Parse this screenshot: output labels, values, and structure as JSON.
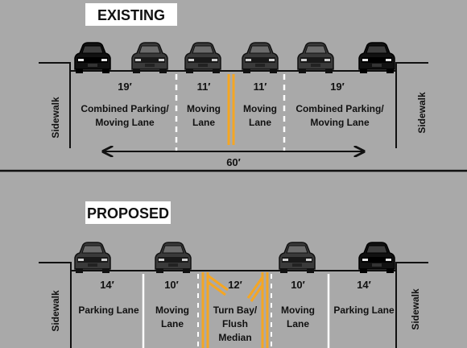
{
  "existing": {
    "title": "EXISTING",
    "sidewalk_label": "Sidewalk",
    "lanes": [
      {
        "width": "19′",
        "line1": "Combined Parking/",
        "line2": "Moving Lane"
      },
      {
        "width": "11′",
        "line1": "Moving",
        "line2": "Lane"
      },
      {
        "width": "11′",
        "line1": "Moving",
        "line2": "Lane"
      },
      {
        "width": "19′",
        "line1": "Combined Parking/",
        "line2": "Moving Lane"
      }
    ],
    "total_width": "60′"
  },
  "proposed": {
    "title": "PROPOSED",
    "sidewalk_label": "Sidewalk",
    "lanes": [
      {
        "width": "14′",
        "line1": "Parking Lane",
        "line2": ""
      },
      {
        "width": "10′",
        "line1": "Moving",
        "line2": "Lane"
      },
      {
        "width": "12′",
        "line1": "Turn Bay/",
        "line2": "Flush",
        "line3": "Median"
      },
      {
        "width": "10′",
        "line1": "Moving",
        "line2": "Lane"
      },
      {
        "width": "14′",
        "line1": "Parking Lane",
        "line2": ""
      }
    ]
  },
  "colors": {
    "background": "#a9a9a9",
    "title_box": "#ffffff",
    "curb_line": "#111111",
    "lane_stripe_white": "#ffffff",
    "median_stripe_yellow": "#f5a623",
    "car_body": "#3a3a3a",
    "car_body_dark": "#111111"
  }
}
